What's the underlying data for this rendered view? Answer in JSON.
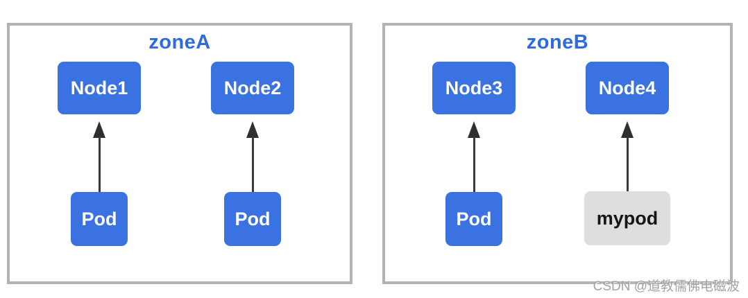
{
  "diagram": {
    "zones": [
      {
        "title": "zoneA",
        "columns": [
          {
            "node": "Node1",
            "pod": "Pod",
            "pod_type": "regular"
          },
          {
            "node": "Node2",
            "pod": "Pod",
            "pod_type": "regular"
          }
        ]
      },
      {
        "title": "zoneB",
        "columns": [
          {
            "node": "Node3",
            "pod": "Pod",
            "pod_type": "regular"
          },
          {
            "node": "Node4",
            "pod": "mypod",
            "pod_type": "highlight"
          }
        ]
      }
    ],
    "arrow_direction": "pod-to-node"
  },
  "colors": {
    "node_fill": "#3a73e1",
    "node_text": "#ffffff",
    "highlight_pod_fill": "#dedede",
    "highlight_pod_text": "#161616",
    "zone_border": "#b3b3b3",
    "zone_title_text": "#2e6be0",
    "arrow": "#333333",
    "watermark_text": "#9e9e9e",
    "background": "#ffffff"
  },
  "watermark": "CSDN @道教儒佛电磁波"
}
